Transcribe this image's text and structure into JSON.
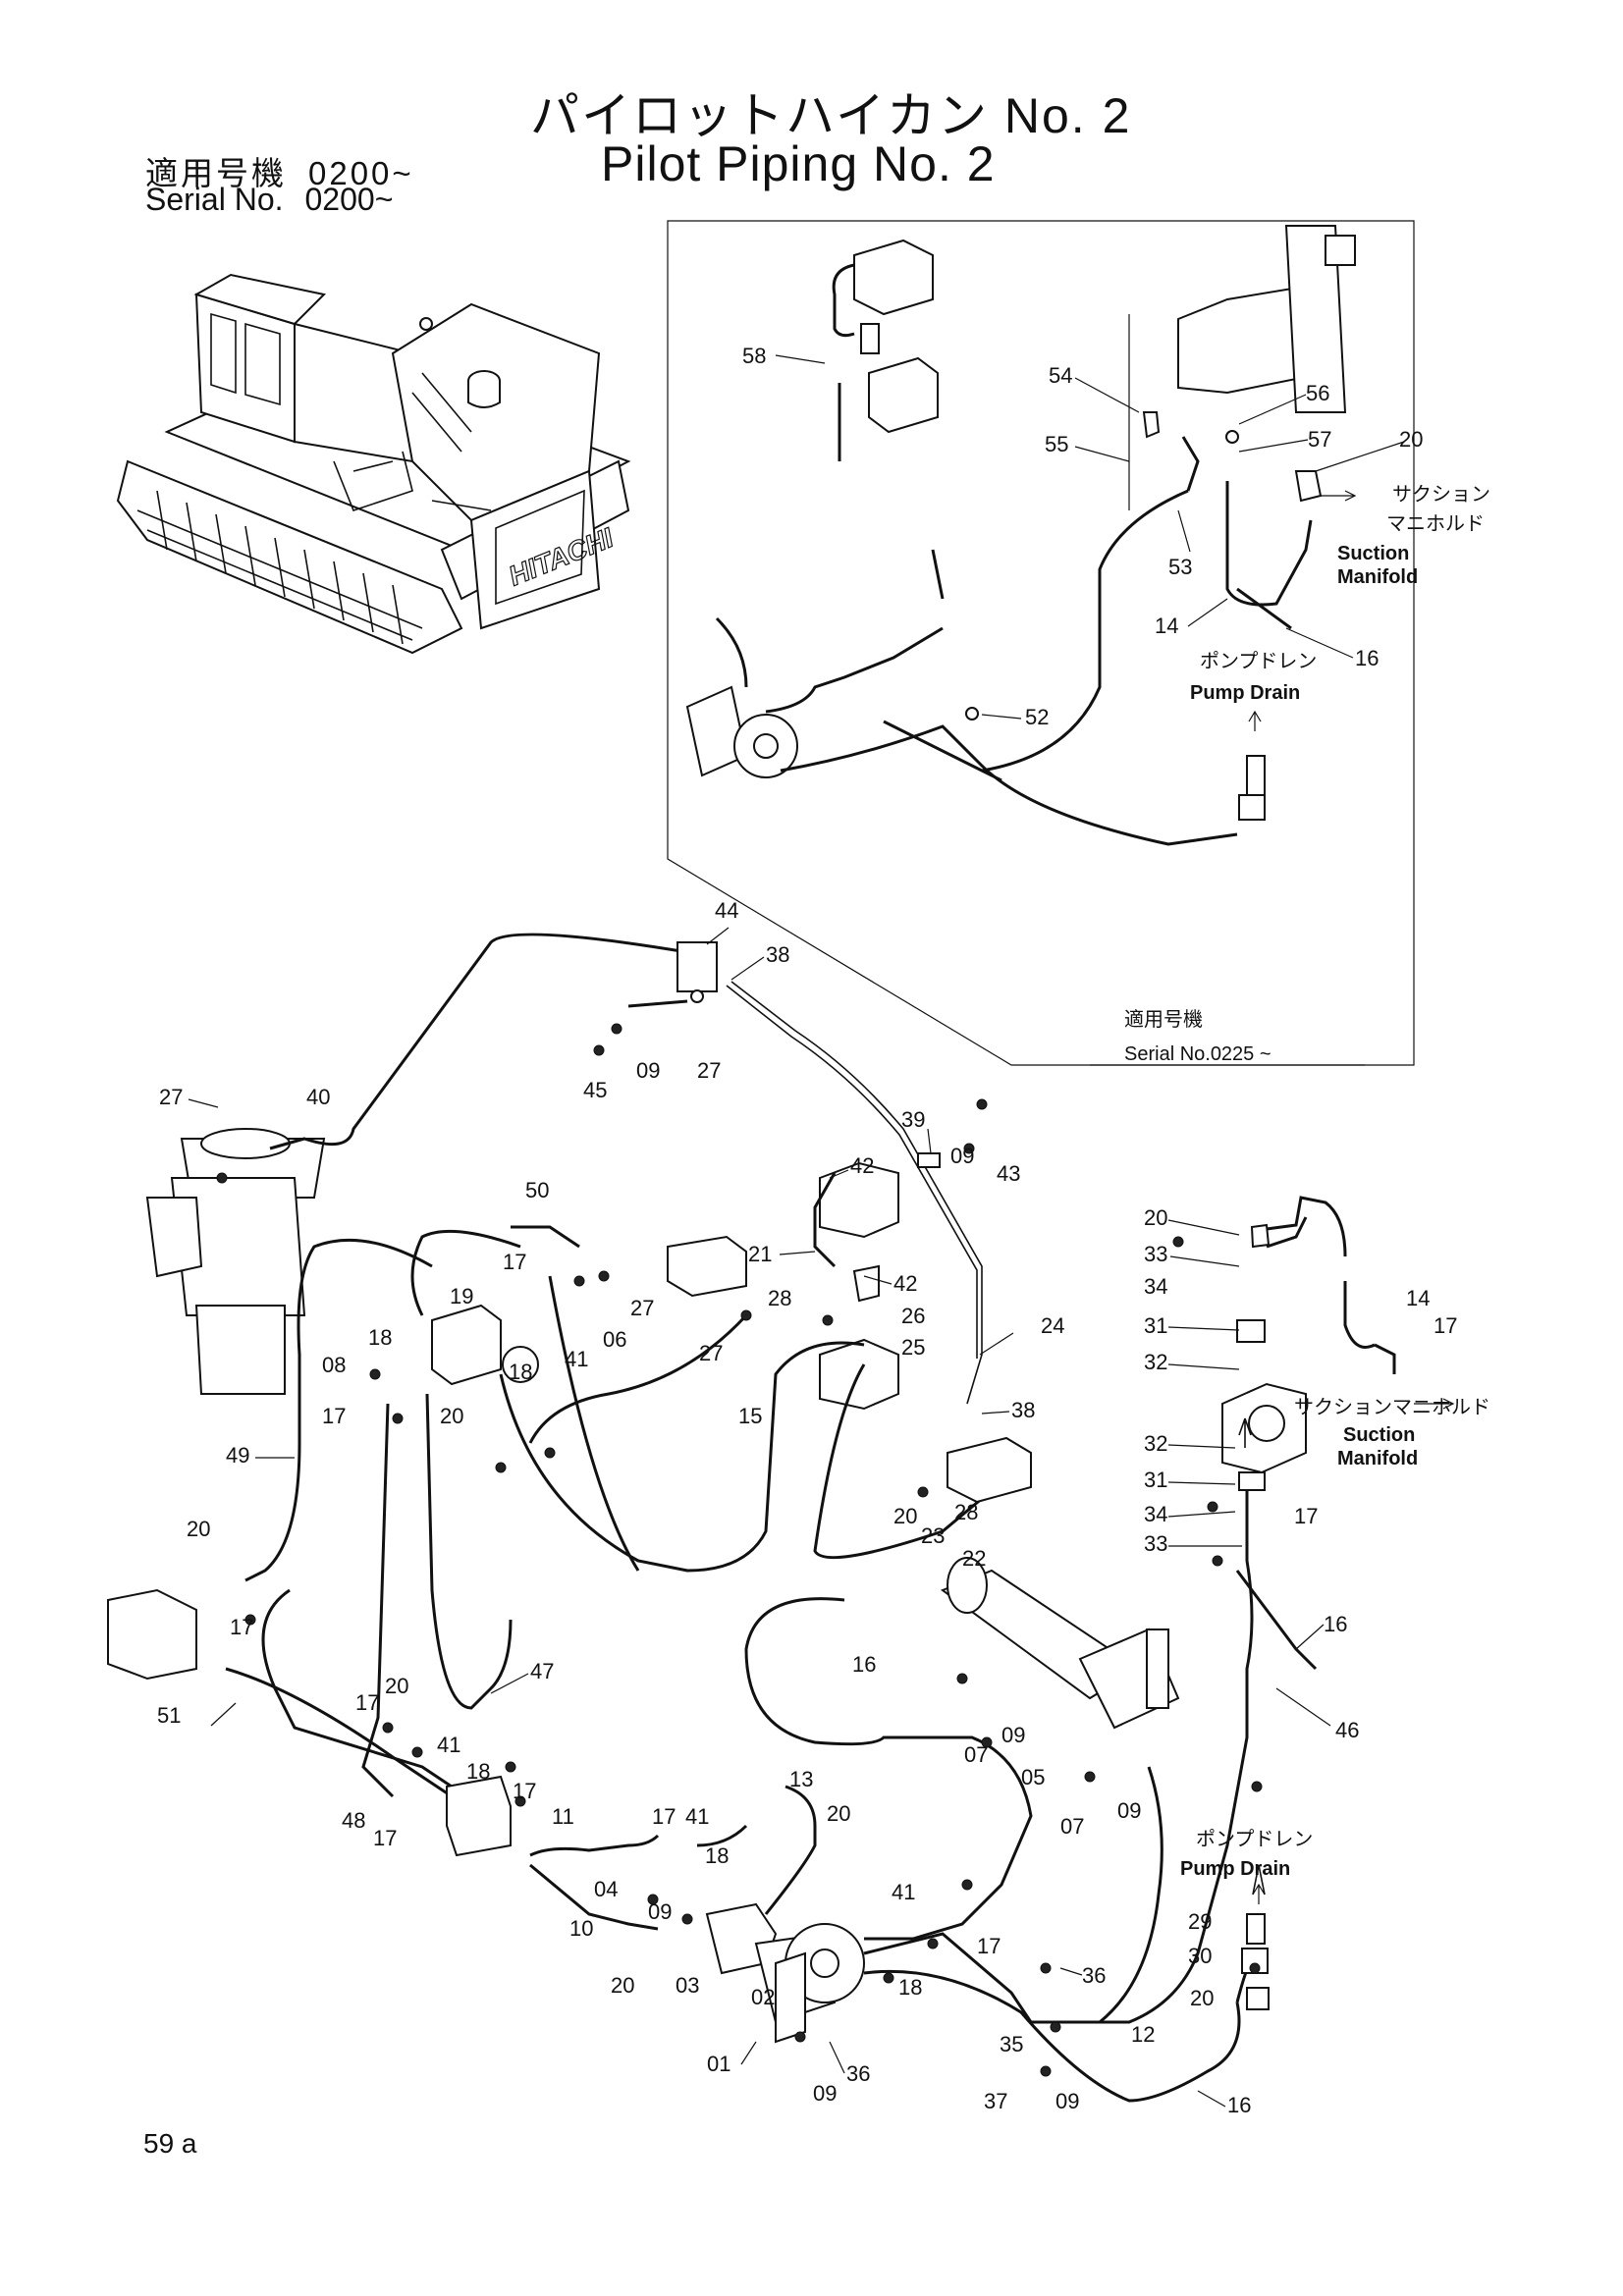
{
  "header": {
    "title_jp": "パイロットハイカン No. 2",
    "title_en": "Pilot Piping No. 2",
    "serial_jp_label": "適用号機",
    "serial_jp_value": "0200~",
    "serial_en_label": "Serial No.",
    "serial_en_value": "0200~"
  },
  "machine": {
    "brand": "HITACHI"
  },
  "inset": {
    "serial_jp_label": "適用号機",
    "serial_en": "Serial No.0225 ~"
  },
  "notes": {
    "suction_jp": "サクション",
    "manifold_jp": "マニホルド",
    "suction_en": "Suction",
    "manifold_en": "Manifold",
    "pump_drain_jp": "ポンプドレン",
    "pump_drain_en": "Pump Drain",
    "suction_manifold_jp_2": "サクションマニホルド",
    "suction_en_2": "Suction",
    "manifold_en_2": "Manifold",
    "pump_drain_jp_2": "ポンプドレン",
    "pump_drain_en_2": "Pump Drain"
  },
  "callouts": {
    "inset": [
      "58",
      "54",
      "55",
      "56",
      "57",
      "20",
      "53",
      "14",
      "16",
      "52"
    ],
    "upper": [
      "44",
      "38",
      "27",
      "40",
      "45",
      "09",
      "27",
      "39",
      "09",
      "43"
    ],
    "middle": [
      "42",
      "21",
      "42",
      "50",
      "17",
      "19",
      "27",
      "06",
      "41",
      "18",
      "08",
      "18",
      "20",
      "17",
      "28",
      "26",
      "25",
      "27",
      "15",
      "24",
      "38",
      "28",
      "49"
    ],
    "right": [
      "20",
      "33",
      "34",
      "31",
      "32",
      "14",
      "17",
      "32",
      "31",
      "34",
      "17",
      "33",
      "16",
      "46"
    ],
    "lower": [
      "20",
      "17",
      "51",
      "20",
      "47",
      "17",
      "41",
      "18",
      "48",
      "17",
      "17",
      "11",
      "17",
      "41",
      "18",
      "20",
      "04",
      "09",
      "10",
      "20",
      "03",
      "02",
      "01",
      "09",
      "36",
      "20",
      "23",
      "22",
      "16",
      "13",
      "07",
      "09",
      "05",
      "07",
      "09",
      "41",
      "17",
      "18",
      "36",
      "35",
      "37",
      "09",
      "12",
      "16",
      "29",
      "30",
      "20"
    ]
  },
  "footer": {
    "page": "59 a"
  }
}
